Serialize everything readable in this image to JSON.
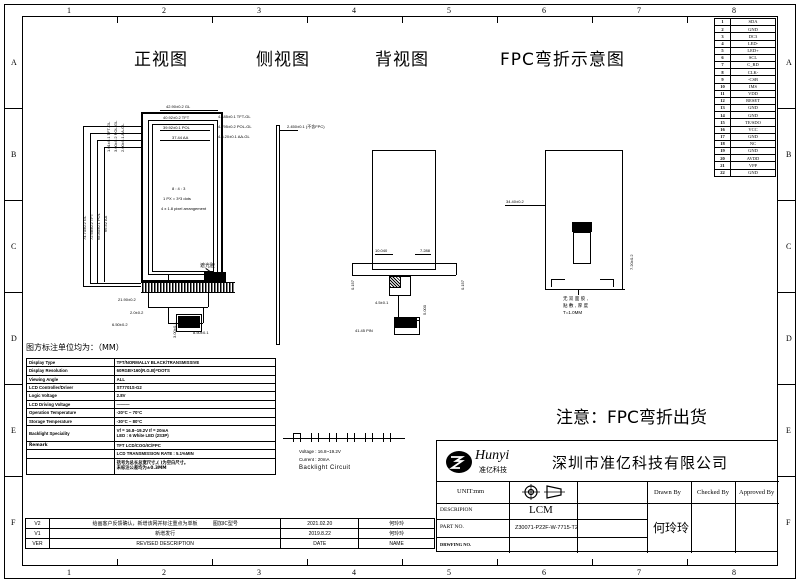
{
  "sheet": {
    "zone_numbers": [
      "1",
      "2",
      "3",
      "4",
      "5",
      "6",
      "7",
      "8"
    ],
    "zone_letters": [
      "A",
      "B",
      "C",
      "D",
      "E",
      "F"
    ]
  },
  "views": {
    "front": "正视图",
    "side": "侧视图",
    "back": "背视图",
    "fpc_bend": "FPC弯折示意图"
  },
  "notice": "注意：FPC弯折出货",
  "front_view": {
    "top_dims": [
      "42.90±0.2  GL",
      "40.92±0.2  TFT",
      "39.92±0.1  POL",
      "37.44  AA"
    ],
    "top_right_dims": [
      "4.185±0.1  TFT-GL",
      "4.795±0.2  POL-GL",
      "4.6.20±0.1  AA-GL"
    ],
    "left_dims": [
      "74.70±0.2  GL",
      "72.68±0.2  TFT",
      "68.80±0.1  POL",
      "66.52  AA"
    ],
    "left_small_dims": [
      "2.00±0.1  AA-GL",
      "3.00±0.2  POL-GL",
      "1.01±0.1  TFT-GL"
    ],
    "center_note": [
      "8 :  4 : 3",
      "1 PX = 3*3 dots",
      "4 x 1.8 pixel arrangement"
    ],
    "bottom_dims": [
      "21.90±0.2",
      "2.0±0.2",
      "6.50±0.2",
      "3.00±0.1",
      "8.50±0.1"
    ],
    "callout": "遮光胶"
  },
  "side_view": {
    "dim": "2.450±0.1 (不含FPC)"
  },
  "back_view": {
    "dims": [
      "10.040",
      "7.288",
      "0.157",
      "0.157",
      "5.000",
      "41.45 PIN"
    ],
    "note": "4.5±0.1"
  },
  "fpc_bend_view": {
    "dim_left": "34.40±0.2",
    "dim_right": "7.20±0.2",
    "note": [
      "无 双 面 胶 ,",
      "贴 敷 , 厚 度",
      "T=1.0MM"
    ]
  },
  "spec_header": "图方标注单位均为：（MM）",
  "spec_rows": [
    {
      "k": "Display Type",
      "v": "TFT/NORMALLY BLACK/TRANSMISSIVE"
    },
    {
      "k": "Display Resolution",
      "v": "60RGB×160(R.G.B)=DOTS"
    },
    {
      "k": "Viewing Angle",
      "v": "ALL"
    },
    {
      "k": "LCD Controller/Driver",
      "v": "ST7701S-G2"
    },
    {
      "k": "Logic Voltage",
      "v": "2.8V"
    },
    {
      "k": "LCD Driving Voltage",
      "v": "———"
    },
    {
      "k": "Operation Temperature",
      "v": "-20°C ~ 70°C"
    },
    {
      "k": "Storage Temperature",
      "v": "-30°C ~ 80°C"
    },
    {
      "k": "Backlight Speciality",
      "v": "Vf = 16.8~19.2V   If = 20mA\nLED : 6 White LED (2S3P)"
    },
    {
      "k": "Remark",
      "v": "TFT LCD/COG/IC/FPC"
    },
    {
      "k": "",
      "v": "LCD TRANSMISSION RATE : 5.1%MIN"
    },
    {
      "k": "",
      "v": "括号为总长总宽尺寸,( )为空白尺寸。\n未标注公差均为±0.3MM"
    }
  ],
  "backlight": {
    "voltage": "Voltage : 16.8~19.2V",
    "current": "Current : 20mA",
    "title": "Backlight Circuit"
  },
  "pin_table": [
    {
      "no": "1",
      "sig": "SDA"
    },
    {
      "no": "2",
      "sig": "GND"
    },
    {
      "no": "3",
      "sig": "DC3"
    },
    {
      "no": "4",
      "sig": "LED-"
    },
    {
      "no": "5",
      "sig": "LED+"
    },
    {
      "no": "6",
      "sig": "SCL"
    },
    {
      "no": "7",
      "sig": "C_RD"
    },
    {
      "no": "8",
      "sig": "CLK-"
    },
    {
      "no": "9",
      "sig": "-CSB"
    },
    {
      "no": "10",
      "sig": "IMS"
    },
    {
      "no": "11",
      "sig": "VDD"
    },
    {
      "no": "12",
      "sig": "RESET"
    },
    {
      "no": "13",
      "sig": "GND"
    },
    {
      "no": "14",
      "sig": "GND"
    },
    {
      "no": "15",
      "sig": "TE/SDO"
    },
    {
      "no": "16",
      "sig": "VCC"
    },
    {
      "no": "17",
      "sig": "GND"
    },
    {
      "no": "18",
      "sig": "NC"
    },
    {
      "no": "19",
      "sig": "GND"
    },
    {
      "no": "20",
      "sig": "AVDD"
    },
    {
      "no": "21",
      "sig": "VPP"
    },
    {
      "no": "22",
      "sig": "GND"
    }
  ],
  "revision": {
    "headers": {
      "ver": "VER",
      "desc": "REVISED DESCRIPTION",
      "date": "DATE",
      "name": "NAME"
    },
    "rows": [
      {
        "ver": "V2",
        "desc": "给画客户反馈确认，新增该网并标注重点为单板",
        "desc2": "图加IC型号",
        "date": "2021.02.20",
        "name": "何玲玲"
      },
      {
        "ver": "V1",
        "desc": "新增发行",
        "desc2": "",
        "date": "2019.8.22",
        "name": "何玲玲"
      }
    ]
  },
  "title_block": {
    "logo_word": "Hunyi",
    "logo_sub": "准亿科技",
    "company": "深圳市准亿科技有限公司",
    "unit_label": "UNIT:mm",
    "projection_icon": "first-angle-projection",
    "cols": [
      "Drawn By",
      "Checked By",
      "Approved By"
    ],
    "drawn_by": "何玲玲",
    "checked_by": "",
    "approved_by": "",
    "rows": [
      {
        "k": "DESCRIPION",
        "v": "LCM"
      },
      {
        "k": "PART NO.",
        "v": "Z30071-P22F-W-7715-T2"
      },
      {
        "k": "DRWFING NO.",
        "v": ""
      }
    ]
  }
}
